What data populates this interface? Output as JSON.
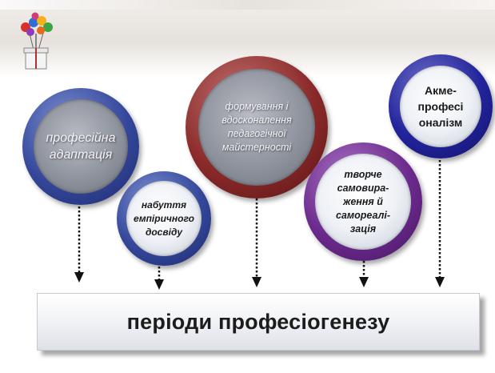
{
  "circles": {
    "adaptation": "професійна\nадаптація",
    "empirical": "набуття\nемпіричного\nдосвіду",
    "mastery": "формування і\nвдосконалення\nпедагогічної\nмайстерності",
    "creative": "творче\nсамовира-\nження й\nсамореалі-\nзація",
    "acme": "Акме-\nпрофесі\nоналізм"
  },
  "bottom_label": "періоди професіогенезу",
  "colors": {
    "blue_ring": "#34479a",
    "red_ring": "#8a2a2a",
    "purple_ring": "#6b2a8c",
    "navy_ring": "#22239a"
  },
  "icons": {
    "logo": "balloons-and-present-logo",
    "arrow": "dotted-down-arrow"
  }
}
